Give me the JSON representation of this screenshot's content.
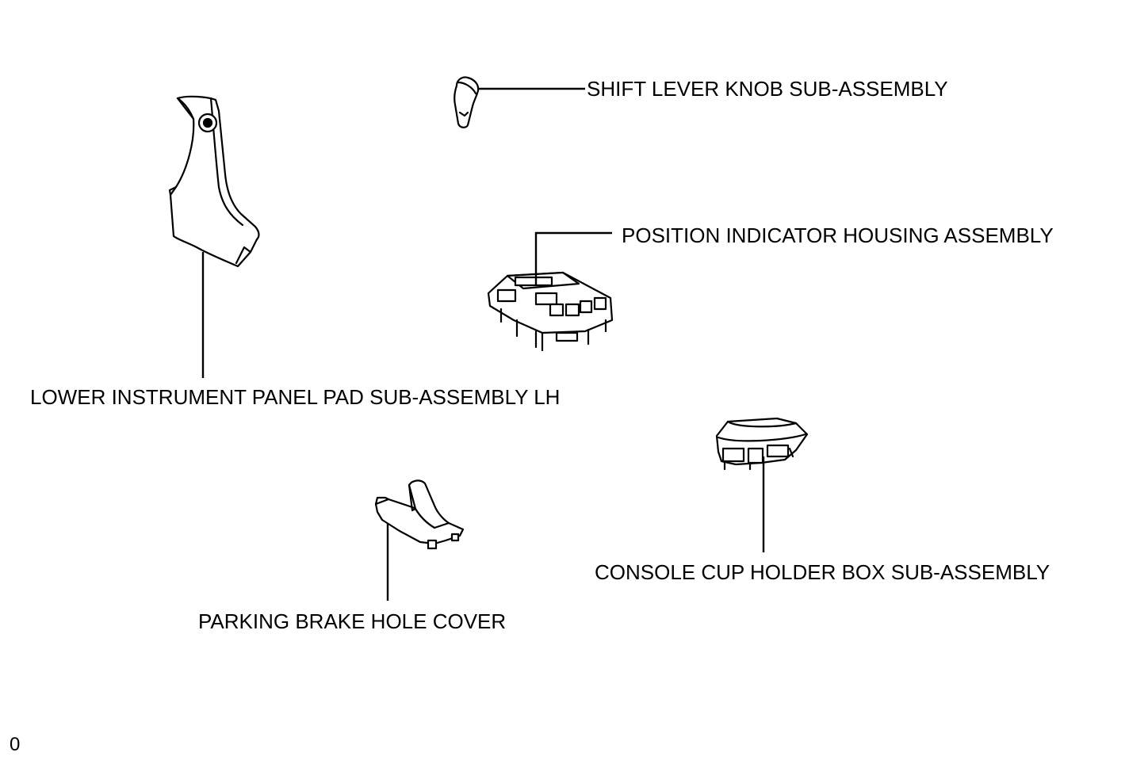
{
  "labels": {
    "shift_lever_knob": "SHIFT LEVER KNOB SUB-ASSEMBLY",
    "position_indicator": "POSITION INDICATOR HOUSING ASSEMBLY",
    "lower_instrument_panel": "LOWER INSTRUMENT PANEL PAD SUB-ASSEMBLY LH",
    "console_cup_holder": "CONSOLE CUP HOLDER BOX SUB-ASSEMBLY",
    "parking_brake_cover": "PARKING BRAKE HOLE COVER"
  },
  "figure_code": "0",
  "colors": {
    "line": "#000000",
    "background": "#ffffff"
  },
  "icons": [
    "lower-instrument-panel-pad-icon",
    "shift-lever-knob-icon",
    "position-indicator-housing-icon",
    "console-cup-holder-box-icon",
    "parking-brake-hole-cover-icon"
  ]
}
